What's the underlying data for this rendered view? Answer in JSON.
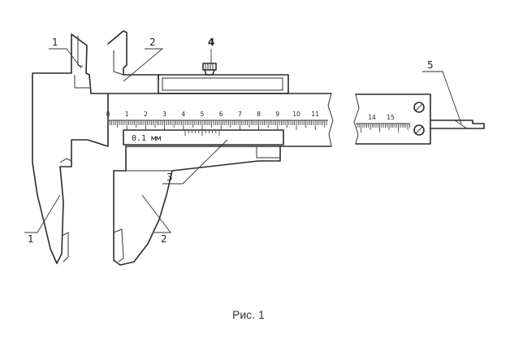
{
  "labels": {
    "l1_top": "1",
    "l2_top": "2",
    "l4": "4",
    "l5": "5",
    "l3": "3",
    "l1_bottom": "1",
    "l2_bottom": "2"
  },
  "scale": {
    "main_ticks": [
      "0",
      "1",
      "2",
      "3",
      "4",
      "5",
      "6",
      "7",
      "8",
      "9",
      "10",
      "11"
    ],
    "end_ticks": [
      "14",
      "15"
    ],
    "vernier_text": "0.1 мм"
  },
  "caption": "Рис. 1"
}
